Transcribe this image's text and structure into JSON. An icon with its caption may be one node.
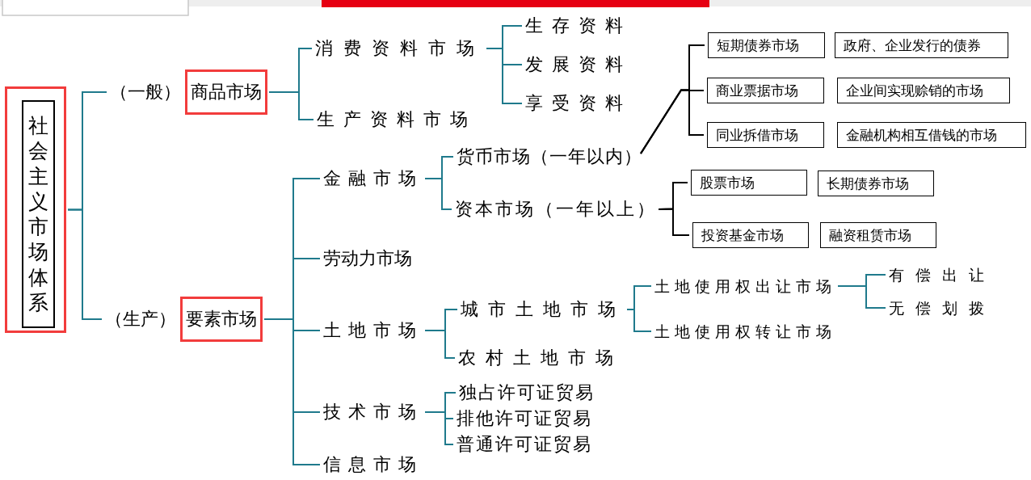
{
  "diagram": {
    "nodes": [
      {
        "text": [],
        "shape": "box"
      },
      {
        "text": [
          "社会主义市场体系"
        ],
        "in": 0
      },
      {
        "text": [
          "商品市场"
        ],
        "beside": [
          "（一般）"
        ]
      },
      {
        "text": [
          "要素市场"
        ],
        "beside": [
          "（生产）"
        ]
      },
      {
        "text": [
          "消费资料市场"
        ]
      },
      {
        "text": [
          "生产资料市场"
        ]
      },
      {
        "text": [
          "生存资料"
        ]
      },
      {
        "text": [
          "发展资料"
        ]
      },
      {
        "text": [
          "享受资料"
        ]
      },
      {
        "text": [
          "金融市场"
        ]
      },
      {
        "text": [
          "劳动力市场"
        ]
      },
      {
        "text": [
          "土地市场"
        ]
      },
      {
        "text": [
          "技术市场"
        ]
      },
      {
        "text": [
          "信息市场"
        ]
      },
      {
        "text": [
          "货币市场（一年以内）"
        ]
      },
      {
        "text": [
          "资本市场（一年以上）"
        ]
      },
      {
        "text": [
          "短期债券市场"
        ]
      },
      {
        "text": [
          "政府、企业发行的债券"
        ]
      },
      {
        "text": [
          "商业票据市场"
        ]
      },
      {
        "text": [
          "企业间实现赊销的市场"
        ]
      },
      {
        "text": [
          "同业拆借市场"
        ]
      },
      {
        "text": [
          "金融机构相互借钱的市场"
        ]
      },
      {
        "text": [
          "股票市场"
        ]
      },
      {
        "text": [
          "长期债券市场"
        ]
      },
      {
        "text": [
          "投资基金市场"
        ]
      },
      {
        "text": [
          "融资租赁市场"
        ]
      },
      {
        "text": [
          "城市土地市场"
        ]
      },
      {
        "text": [
          "农村土地市场"
        ]
      },
      {
        "text": [
          "土地使用权出让市场"
        ]
      },
      {
        "text": [
          "土地使用权转让市场"
        ]
      },
      {
        "text": [
          "有偿出让"
        ]
      },
      {
        "text": [
          "无偿划拨"
        ]
      },
      {
        "text": [
          "独占许可证贸易"
        ]
      },
      {
        "text": [
          "排他许可证贸易"
        ]
      },
      {
        "text": [
          "普通许可证贸易"
        ]
      }
    ],
    "edges": [
      {
        "from": 0,
        "to": 2,
        "arrow": "none"
      },
      {
        "from": 0,
        "to": 3,
        "arrow": "none"
      },
      {
        "from": 2,
        "to": 4,
        "arrow": "none"
      },
      {
        "from": 2,
        "to": 5,
        "arrow": "none"
      },
      {
        "from": 4,
        "to": 6,
        "arrow": "none"
      },
      {
        "from": 4,
        "to": 7,
        "arrow": "none"
      },
      {
        "from": 4,
        "to": 8,
        "arrow": "none"
      },
      {
        "from": 3,
        "to": 9,
        "arrow": "none"
      },
      {
        "from": 3,
        "to": 10,
        "arrow": "none"
      },
      {
        "from": 3,
        "to": 11,
        "arrow": "none"
      },
      {
        "from": 3,
        "to": 12,
        "arrow": "none"
      },
      {
        "from": 3,
        "to": 13,
        "arrow": "none"
      },
      {
        "from": 9,
        "to": 14,
        "arrow": "none"
      },
      {
        "from": 9,
        "to": 15,
        "arrow": "none"
      },
      {
        "from": 14,
        "to": 16,
        "arrow": "none",
        "color": "#000000"
      },
      {
        "from": 14,
        "to": 18,
        "arrow": "none",
        "color": "#000000"
      },
      {
        "from": 14,
        "to": 20,
        "arrow": "none",
        "color": "#000000"
      },
      {
        "from": 15,
        "to": 22,
        "arrow": "none",
        "color": "#000000"
      },
      {
        "from": 15,
        "to": 24,
        "arrow": "none",
        "color": "#000000"
      },
      {
        "from": 11,
        "to": 26,
        "arrow": "none"
      },
      {
        "from": 11,
        "to": 27,
        "arrow": "none"
      },
      {
        "from": 26,
        "to": 28,
        "arrow": "none"
      },
      {
        "from": 26,
        "to": 29,
        "arrow": "none"
      },
      {
        "from": 28,
        "to": 30,
        "arrow": "none"
      },
      {
        "from": 28,
        "to": 31,
        "arrow": "none"
      },
      {
        "from": 12,
        "to": 32,
        "arrow": "none"
      },
      {
        "from": 12,
        "to": 33,
        "arrow": "none"
      },
      {
        "from": 12,
        "to": 34,
        "arrow": "none"
      }
    ]
  }
}
